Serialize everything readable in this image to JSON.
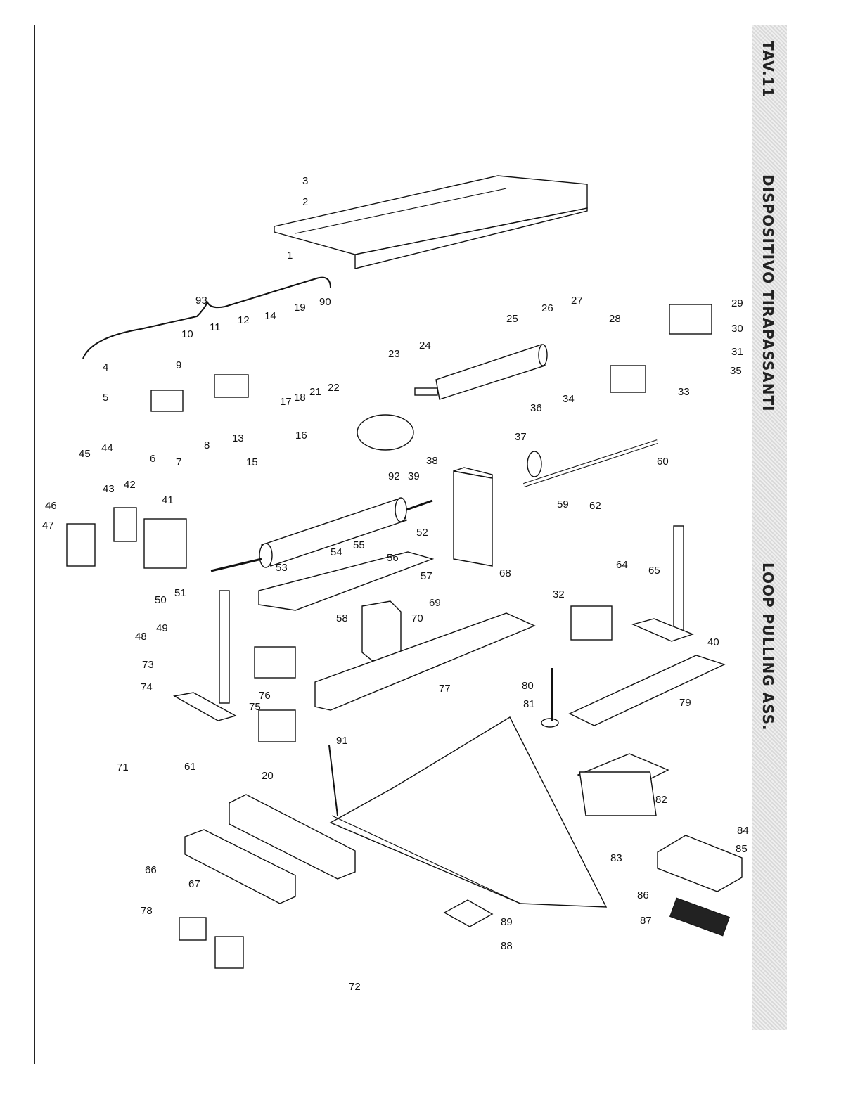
{
  "sheet": {
    "tav_label": "TAV.11",
    "title_it": "DISPOSITIVO TIRAPASSANTI",
    "title_en": "LOOP PULLING ASS."
  },
  "callouts": [
    "1",
    "2",
    "3",
    "4",
    "5",
    "6",
    "7",
    "8",
    "9",
    "10",
    "11",
    "12",
    "13",
    "14",
    "15",
    "16",
    "17",
    "18",
    "19",
    "20",
    "21",
    "22",
    "23",
    "24",
    "25",
    "26",
    "27",
    "28",
    "29",
    "30",
    "31",
    "32",
    "33",
    "34",
    "35",
    "36",
    "37",
    "38",
    "39",
    "40",
    "41",
    "42",
    "43",
    "44",
    "45",
    "46",
    "47",
    "48",
    "49",
    "50",
    "51",
    "52",
    "53",
    "54",
    "55",
    "56",
    "57",
    "58",
    "59",
    "60",
    "61",
    "62",
    "64",
    "65",
    "66",
    "67",
    "68",
    "69",
    "70",
    "71",
    "72",
    "73",
    "74",
    "75",
    "76",
    "77",
    "78",
    "79",
    "80",
    "81",
    "82",
    "83",
    "84",
    "85",
    "86",
    "87",
    "88",
    "89",
    "90",
    "91",
    "92",
    "93"
  ]
}
